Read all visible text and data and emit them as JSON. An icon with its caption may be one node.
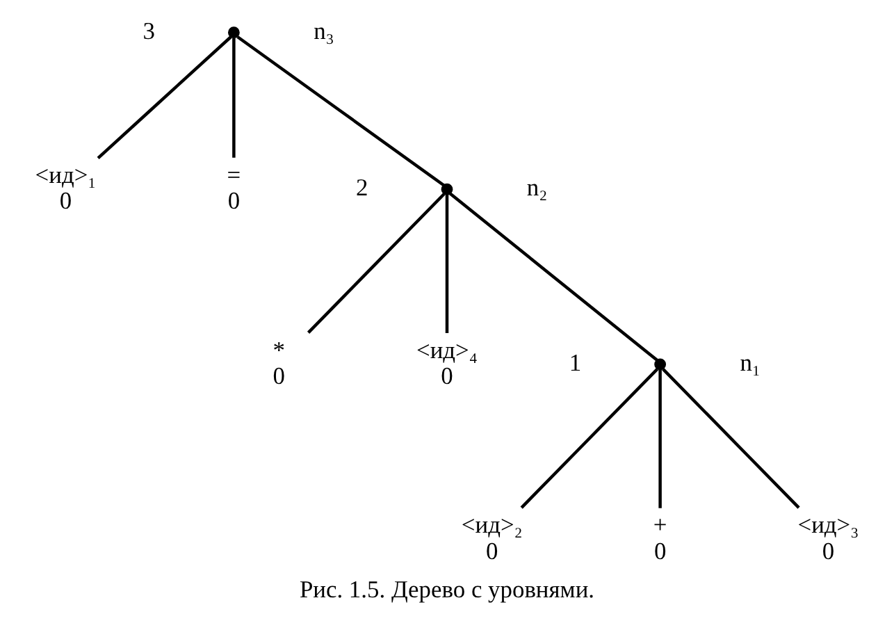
{
  "diagram": {
    "caption": "Рис. 1.5. Дерево с уровнями.",
    "nodes": [
      {
        "text": [],
        "shape": "circle",
        "beside": [
          "3",
          "n₃"
        ]
      },
      {
        "text": [
          "<ид>₁",
          "0"
        ]
      },
      {
        "text": [
          "=",
          "0"
        ]
      },
      {
        "text": [],
        "shape": "circle",
        "beside": [
          "2",
          "n₂"
        ]
      },
      {
        "text": [],
        "shape": "circle",
        "beside": [
          "1",
          "n₁"
        ]
      },
      {
        "text": [
          "*",
          "0"
        ]
      },
      {
        "text": [
          "<ид>₄",
          "0"
        ]
      },
      {
        "text": [
          "<ид>₂",
          "0"
        ]
      },
      {
        "text": [
          "+",
          "0"
        ]
      },
      {
        "text": [
          "<ид>₃",
          "0"
        ]
      }
    ],
    "edges": [
      {
        "from": 0,
        "to": 1,
        "arrow": "none"
      },
      {
        "from": 0,
        "to": 2,
        "arrow": "none"
      },
      {
        "from": 0,
        "to": 3,
        "arrow": "none"
      },
      {
        "from": 3,
        "to": 4,
        "arrow": "none"
      },
      {
        "from": 3,
        "to": 5,
        "arrow": "none"
      },
      {
        "from": 3,
        "to": 6,
        "arrow": "none"
      },
      {
        "from": 4,
        "to": 7,
        "arrow": "none"
      },
      {
        "from": 4,
        "to": 8,
        "arrow": "none"
      },
      {
        "from": 4,
        "to": 9,
        "arrow": "none"
      }
    ]
  }
}
